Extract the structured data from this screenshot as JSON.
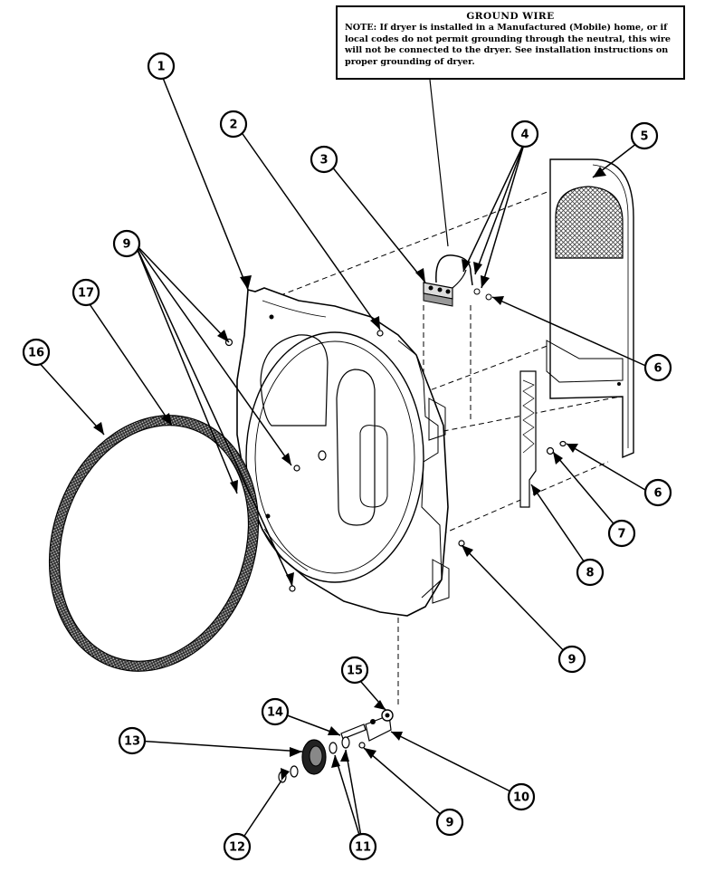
{
  "note": {
    "title": "GROUND WIRE",
    "body": "NOTE: If dryer is installed in a Manufactured (Mobile) home, or if local codes do not permit grounding through the neutral, this wire will not be connected to the dryer. See installation instructions on proper grounding of dryer."
  },
  "callouts": [
    {
      "id": "c1",
      "label": "1"
    },
    {
      "id": "c2",
      "label": "2"
    },
    {
      "id": "c3",
      "label": "3"
    },
    {
      "id": "c4",
      "label": "4"
    },
    {
      "id": "c5",
      "label": "5"
    },
    {
      "id": "c6a",
      "label": "6"
    },
    {
      "id": "c6b",
      "label": "6"
    },
    {
      "id": "c7",
      "label": "7"
    },
    {
      "id": "c8",
      "label": "8"
    },
    {
      "id": "c9a",
      "label": "9"
    },
    {
      "id": "c9b",
      "label": "9"
    },
    {
      "id": "c9c",
      "label": "9"
    },
    {
      "id": "c10",
      "label": "10"
    },
    {
      "id": "c11",
      "label": "11"
    },
    {
      "id": "c12",
      "label": "12"
    },
    {
      "id": "c13",
      "label": "13"
    },
    {
      "id": "c14",
      "label": "14"
    },
    {
      "id": "c15",
      "label": "15"
    },
    {
      "id": "c16",
      "label": "16"
    },
    {
      "id": "c17",
      "label": "17"
    }
  ]
}
